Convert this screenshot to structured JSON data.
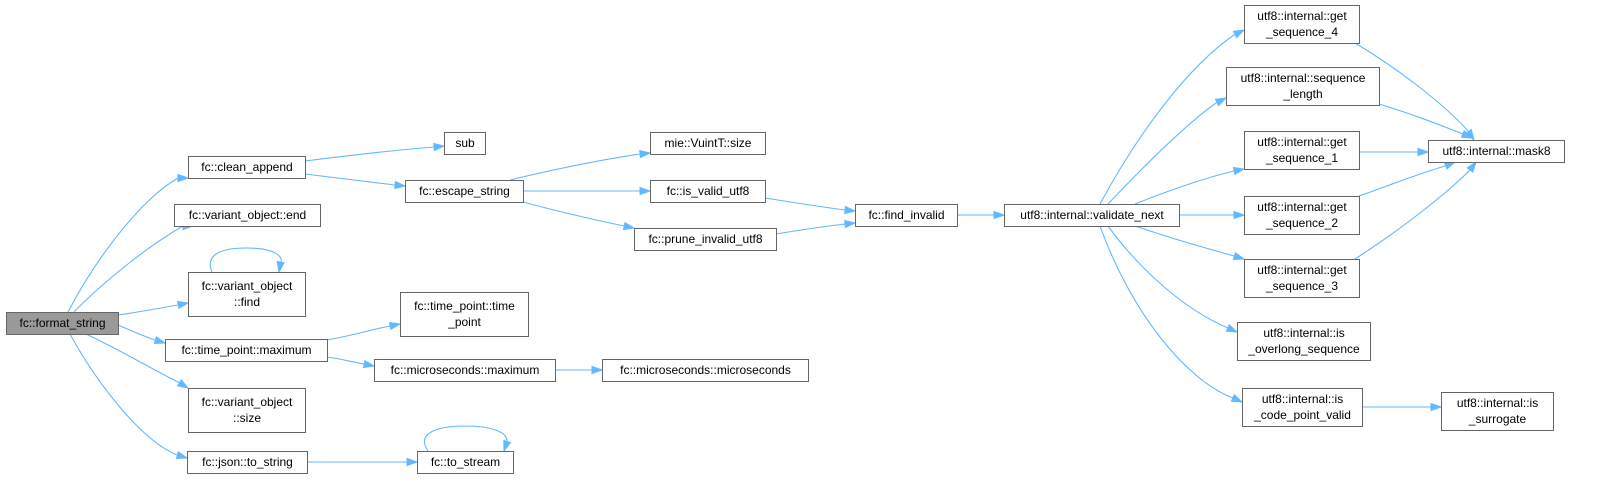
{
  "nodes": [
    {
      "id": "format_string",
      "lines": [
        "fc::format_string"
      ],
      "root": true
    },
    {
      "id": "clean_append",
      "lines": [
        "fc::clean_append"
      ]
    },
    {
      "id": "vo_end",
      "lines": [
        "fc::variant_object::end"
      ]
    },
    {
      "id": "vo_find",
      "lines": [
        "fc::variant_object",
        "::find"
      ]
    },
    {
      "id": "tp_maximum",
      "lines": [
        "fc::time_point::maximum"
      ]
    },
    {
      "id": "vo_size",
      "lines": [
        "fc::variant_object",
        "::size"
      ]
    },
    {
      "id": "json_to_string",
      "lines": [
        "fc::json::to_string"
      ]
    },
    {
      "id": "sub",
      "lines": [
        "sub"
      ]
    },
    {
      "id": "escape_string",
      "lines": [
        "fc::escape_string"
      ]
    },
    {
      "id": "tp_time_point",
      "lines": [
        "fc::time_point::time",
        "_point"
      ]
    },
    {
      "id": "ms_maximum",
      "lines": [
        "fc::microseconds::maximum"
      ]
    },
    {
      "id": "to_stream",
      "lines": [
        "fc::to_stream"
      ]
    },
    {
      "id": "vuint_size",
      "lines": [
        "mie::VuintT::size"
      ]
    },
    {
      "id": "is_valid_utf8",
      "lines": [
        "fc::is_valid_utf8"
      ]
    },
    {
      "id": "prune_invalid_utf8",
      "lines": [
        "fc::prune_invalid_utf8"
      ]
    },
    {
      "id": "ms_microseconds",
      "lines": [
        "fc::microseconds::microseconds"
      ]
    },
    {
      "id": "find_invalid",
      "lines": [
        "fc::find_invalid"
      ]
    },
    {
      "id": "validate_next",
      "lines": [
        "utf8::internal::validate_next"
      ]
    },
    {
      "id": "get_seq_4",
      "lines": [
        "utf8::internal::get",
        "_sequence_4"
      ]
    },
    {
      "id": "seq_length",
      "lines": [
        "utf8::internal::sequence",
        "_length"
      ]
    },
    {
      "id": "get_seq_1",
      "lines": [
        "utf8::internal::get",
        "_sequence_1"
      ]
    },
    {
      "id": "get_seq_2",
      "lines": [
        "utf8::internal::get",
        "_sequence_2"
      ]
    },
    {
      "id": "get_seq_3",
      "lines": [
        "utf8::internal::get",
        "_sequence_3"
      ]
    },
    {
      "id": "is_overlong",
      "lines": [
        "utf8::internal::is",
        "_overlong_sequence"
      ]
    },
    {
      "id": "is_code_point_valid",
      "lines": [
        "utf8::internal::is",
        "_code_point_valid"
      ]
    },
    {
      "id": "mask8",
      "lines": [
        "utf8::internal::mask8"
      ]
    },
    {
      "id": "is_surrogate",
      "lines": [
        "utf8::internal::is",
        "_surrogate"
      ]
    }
  ],
  "edges": [
    {
      "from": "format_string",
      "to": "clean_append"
    },
    {
      "from": "format_string",
      "to": "vo_end"
    },
    {
      "from": "format_string",
      "to": "vo_find"
    },
    {
      "from": "format_string",
      "to": "tp_maximum"
    },
    {
      "from": "format_string",
      "to": "vo_size"
    },
    {
      "from": "format_string",
      "to": "json_to_string"
    },
    {
      "from": "clean_append",
      "to": "sub"
    },
    {
      "from": "clean_append",
      "to": "escape_string"
    },
    {
      "from": "vo_find",
      "to": "vo_find"
    },
    {
      "from": "tp_maximum",
      "to": "tp_time_point"
    },
    {
      "from": "tp_maximum",
      "to": "ms_maximum"
    },
    {
      "from": "json_to_string",
      "to": "to_stream"
    },
    {
      "from": "to_stream",
      "to": "to_stream"
    },
    {
      "from": "escape_string",
      "to": "vuint_size"
    },
    {
      "from": "escape_string",
      "to": "is_valid_utf8"
    },
    {
      "from": "escape_string",
      "to": "prune_invalid_utf8"
    },
    {
      "from": "ms_maximum",
      "to": "ms_microseconds"
    },
    {
      "from": "is_valid_utf8",
      "to": "find_invalid"
    },
    {
      "from": "prune_invalid_utf8",
      "to": "find_invalid"
    },
    {
      "from": "find_invalid",
      "to": "validate_next"
    },
    {
      "from": "validate_next",
      "to": "get_seq_4"
    },
    {
      "from": "validate_next",
      "to": "seq_length"
    },
    {
      "from": "validate_next",
      "to": "get_seq_1"
    },
    {
      "from": "validate_next",
      "to": "get_seq_2"
    },
    {
      "from": "validate_next",
      "to": "get_seq_3"
    },
    {
      "from": "validate_next",
      "to": "is_overlong"
    },
    {
      "from": "validate_next",
      "to": "is_code_point_valid"
    },
    {
      "from": "get_seq_4",
      "to": "mask8"
    },
    {
      "from": "seq_length",
      "to": "mask8"
    },
    {
      "from": "get_seq_1",
      "to": "mask8"
    },
    {
      "from": "get_seq_2",
      "to": "mask8"
    },
    {
      "from": "get_seq_3",
      "to": "mask8"
    },
    {
      "from": "is_code_point_valid",
      "to": "is_surrogate"
    }
  ],
  "colors": {
    "edge": "#63b8ff",
    "node_border": "#666666",
    "root_fill": "#999999",
    "node_fill": "#ffffff"
  }
}
